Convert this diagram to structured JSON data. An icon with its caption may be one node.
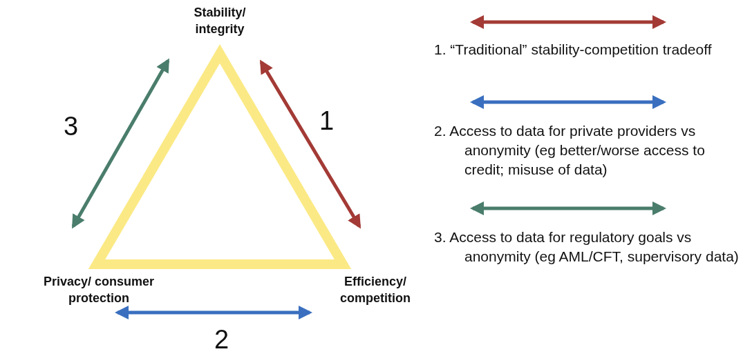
{
  "diagram": {
    "nodes": [
      {
        "text": [
          "Stability/ integrity"
        ]
      },
      {
        "text": [
          "Privacy/ consumer protection"
        ]
      },
      {
        "text": [
          "Efficiency/ competition"
        ]
      }
    ],
    "edges": [
      {
        "from": 0,
        "to": 2,
        "arrow": "both",
        "label": "1",
        "color": "#a33a35"
      },
      {
        "from": 1,
        "to": 2,
        "arrow": "both",
        "label": "2",
        "color": "#3a6fbf"
      },
      {
        "from": 0,
        "to": 1,
        "arrow": "both",
        "label": "3",
        "color": "#4a7d6b"
      }
    ],
    "legend": [
      {
        "text": "1. “Traditional” stability-competition tradeoff"
      },
      {
        "text": "2. Access to data for private providers vs anonymity (eg better/worse access to credit; misuse of data)"
      },
      {
        "text": "3. Access to data for regulatory goals vs anonymity (eg AML/CFT, supervisory data)"
      }
    ]
  }
}
